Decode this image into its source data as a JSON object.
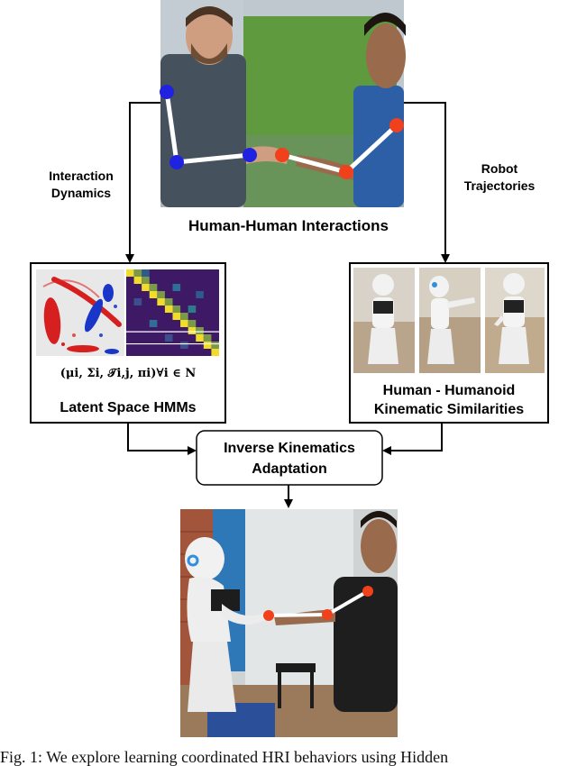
{
  "figure": {
    "top_photo_title": "Human-Human Interactions",
    "left_edge_label": [
      "Interaction",
      "Dynamics"
    ],
    "right_edge_label": [
      "Robot",
      "Trajectories"
    ],
    "left_box": {
      "formula": "(μi, Σi, 𝒯i,j, πi)∀i ∈ N",
      "title": "Latent Space HMMs"
    },
    "right_box": {
      "title_lines": [
        "Human - Humanoid",
        "Kinematic Similarities"
      ]
    },
    "center_box": {
      "lines": [
        "Inverse Kinematics",
        "Adaptation"
      ]
    },
    "caption": "Fig. 1: We explore learning coordinated HRI behaviors using Hidden"
  },
  "colors": {
    "human_joint": "#1f22e0",
    "robot_joint": "#f0401c",
    "wall_green": "#5f9a3e",
    "heatmap_bg": "#3e1a66",
    "heatmap_diag": "#f2dc2a"
  }
}
